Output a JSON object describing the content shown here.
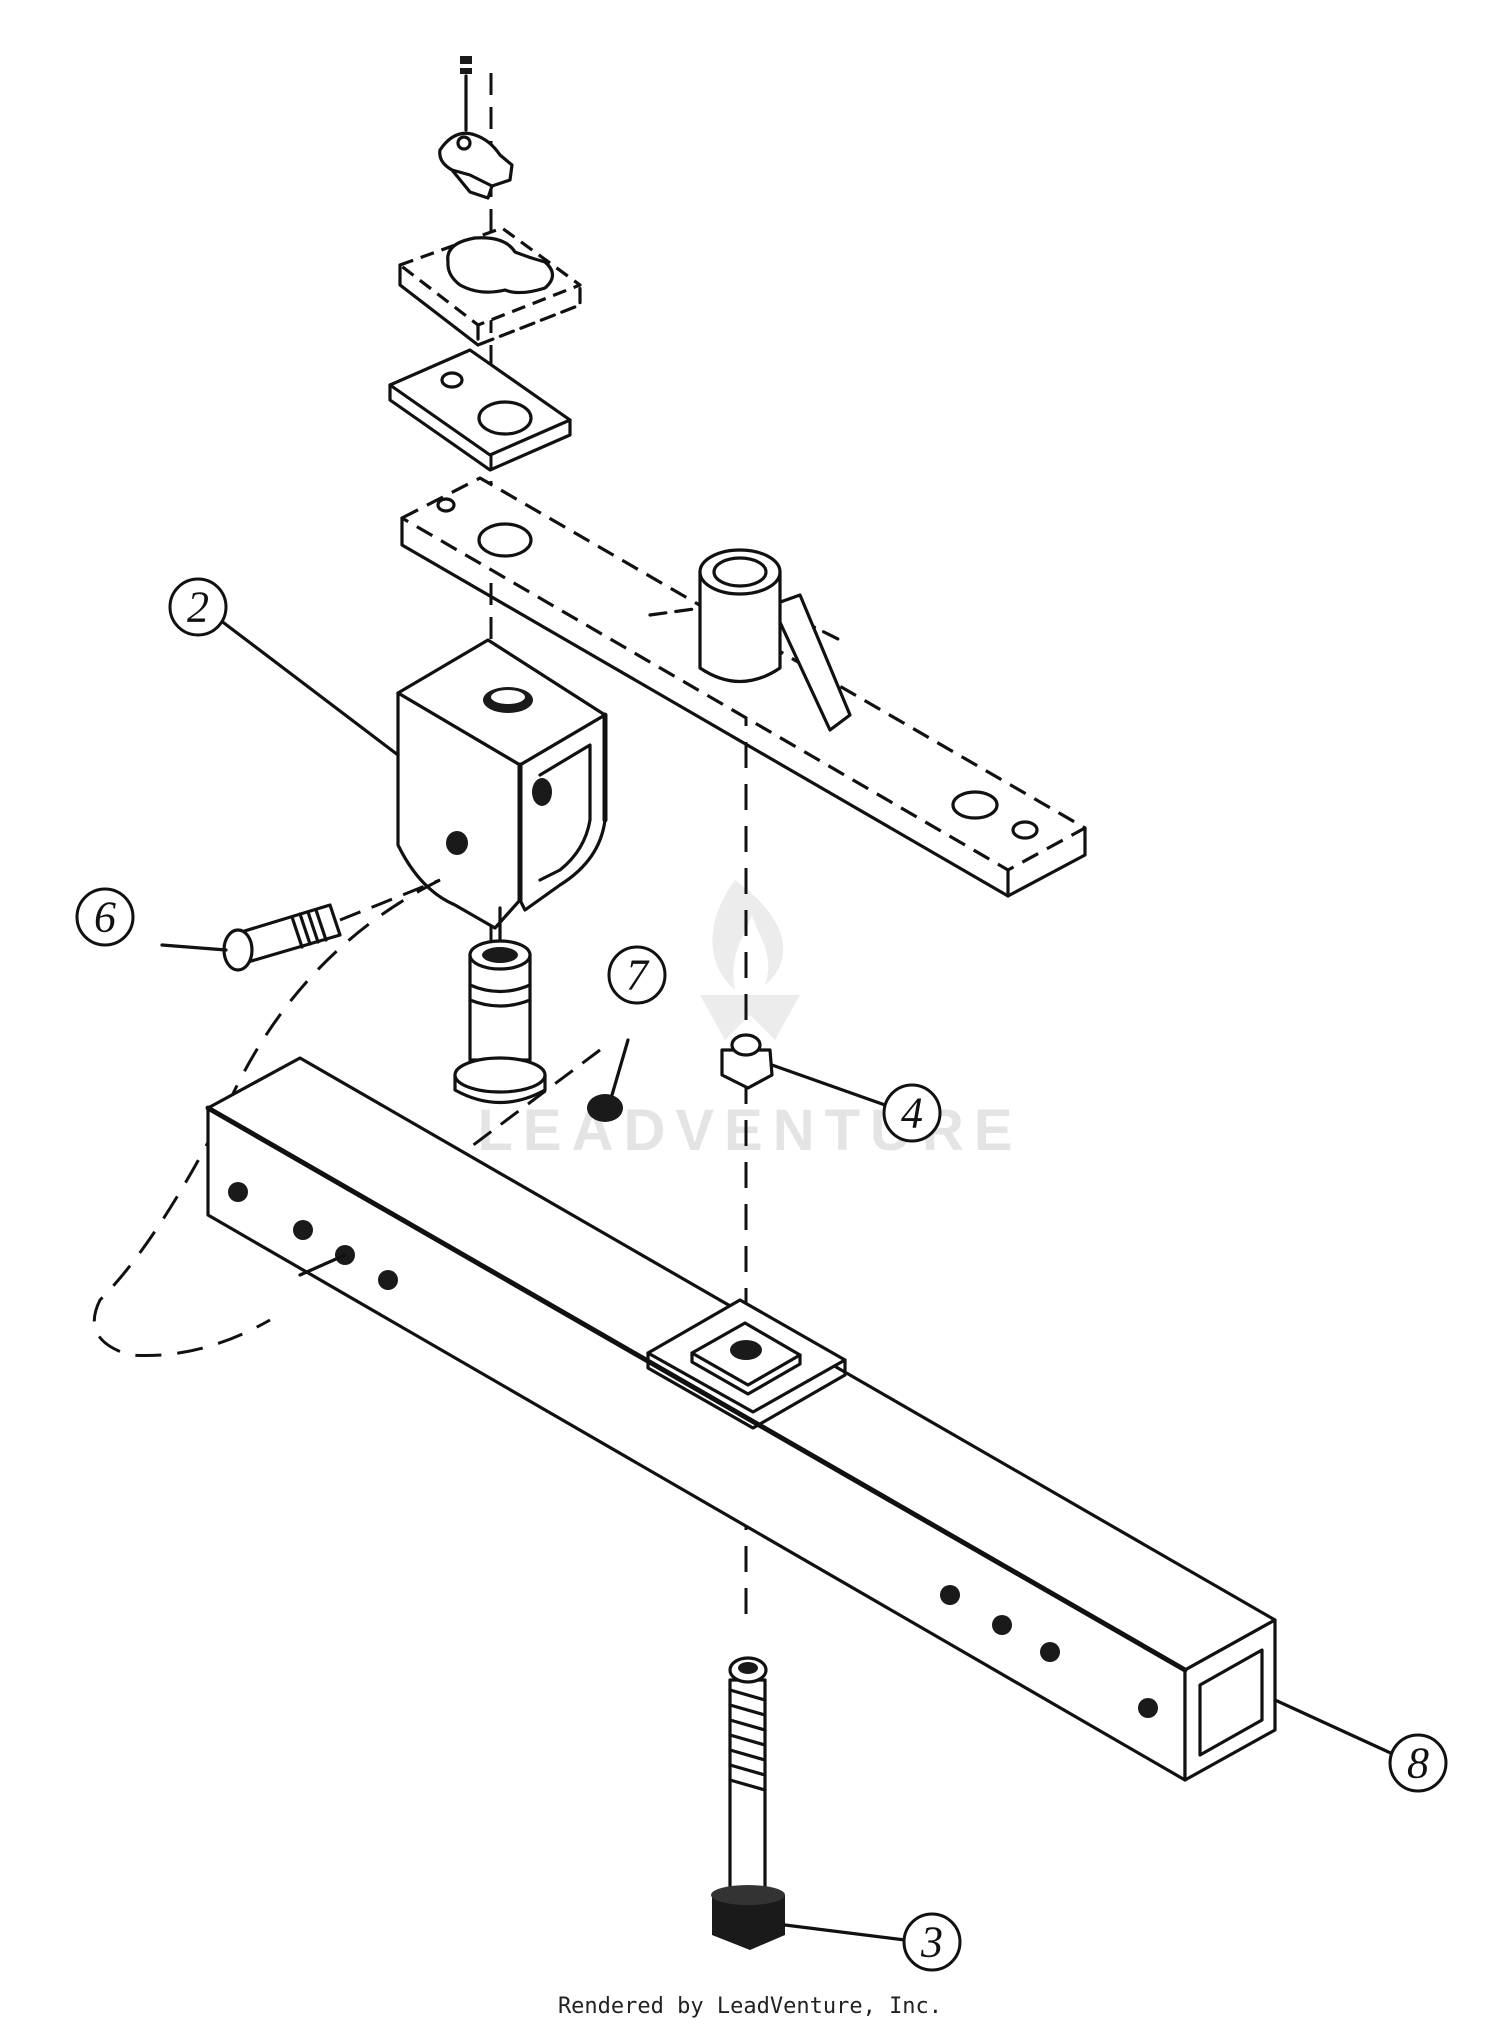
{
  "diagram": {
    "callouts": [
      {
        "id": "callout-2",
        "label": "2"
      },
      {
        "id": "callout-3",
        "label": "3"
      },
      {
        "id": "callout-4",
        "label": "4"
      },
      {
        "id": "callout-6",
        "label": "6"
      },
      {
        "id": "callout-7",
        "label": "7"
      },
      {
        "id": "callout-8",
        "label": "8"
      }
    ],
    "watermark": "LEADVENTURE",
    "credit": "Rendered by LeadVenture, Inc."
  }
}
